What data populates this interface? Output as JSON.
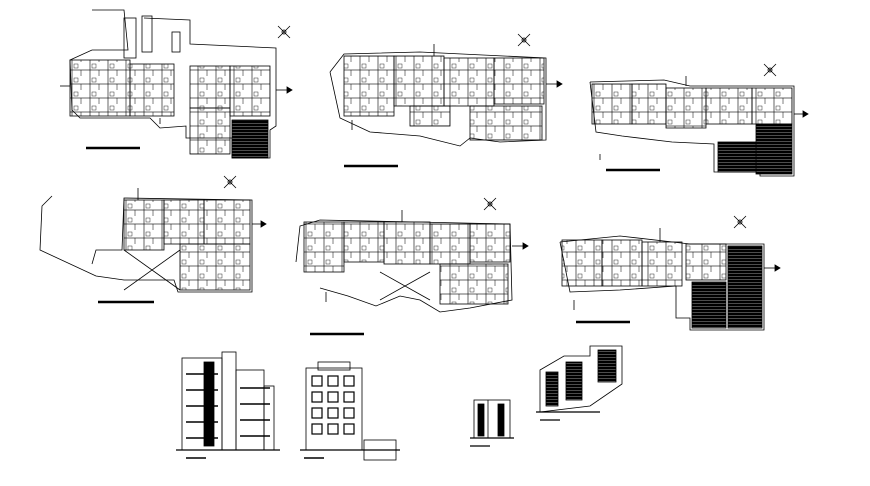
{
  "drawing": {
    "kind": "architectural CAD sheet",
    "line_color": "#000000",
    "background": "#ffffff",
    "plan_count": 6,
    "elevation_count": 4
  },
  "plans": [
    {
      "id": "plan-1",
      "has_north_arrow": true
    },
    {
      "id": "plan-2",
      "has_north_arrow": true
    },
    {
      "id": "plan-3",
      "has_north_arrow": true
    },
    {
      "id": "plan-4",
      "has_north_arrow": true
    },
    {
      "id": "plan-5",
      "has_north_arrow": true
    },
    {
      "id": "plan-6",
      "has_north_arrow": true
    }
  ],
  "elevations": [
    {
      "id": "elevation-side-left"
    },
    {
      "id": "elevation-front"
    },
    {
      "id": "section-small"
    },
    {
      "id": "elevation-side-right"
    }
  ]
}
